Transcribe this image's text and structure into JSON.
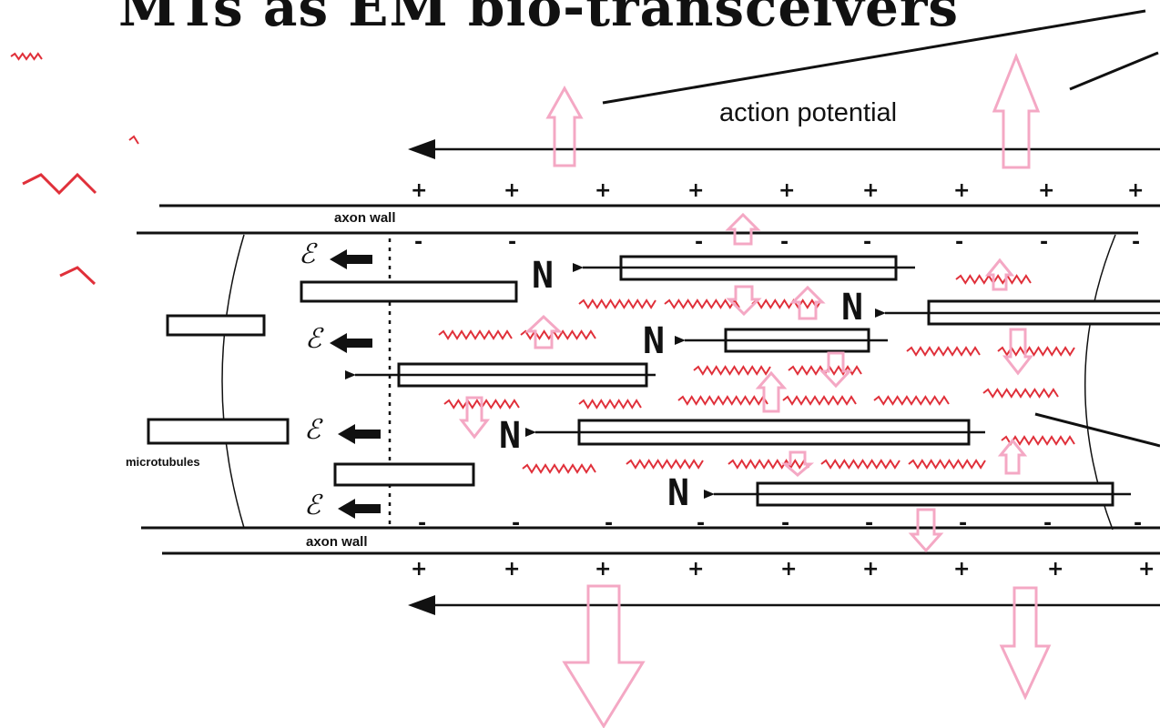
{
  "title": "MTs as EM bio-transceivers",
  "labels": {
    "action_potential": "action potential",
    "axon_wall_top": "axon wall",
    "axon_wall_bottom": "axon wall",
    "microtubules": "microtubules",
    "n_marker": "N",
    "e_marker": "ℰ",
    "plus_sign": "+",
    "minus_sign": "-"
  },
  "colors": {
    "ink": "#111111",
    "em_wave": "#e0303a",
    "field_arrow": "#f4a8c4"
  }
}
